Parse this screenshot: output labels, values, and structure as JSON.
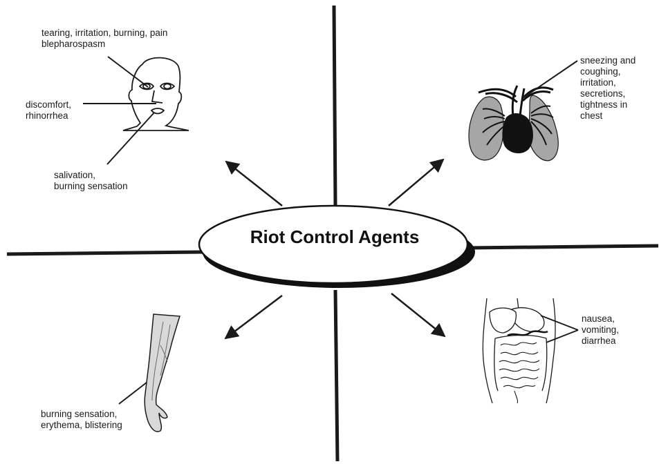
{
  "title": "Riot Control Agents",
  "labels": {
    "eyes": [
      "tearing, irritation, burning, pain",
      "blepharospasm"
    ],
    "nose": [
      "discomfort,",
      "rhinorrhea"
    ],
    "mouth": [
      "salivation,",
      "burning sensation"
    ],
    "lungs": [
      "sneezing and",
      "coughing,",
      "irritation,",
      "secretions,",
      "tightness in",
      "chest"
    ],
    "skin": [
      "burning sensation,",
      "erythema, blistering"
    ],
    "gi": [
      "nausea,",
      "vomiting,",
      "diarrhea"
    ]
  },
  "colors": {
    "ink": "#1a1a1a",
    "lung_gray": "#a6a6a6",
    "skin_gray": "#d9d9d9"
  }
}
